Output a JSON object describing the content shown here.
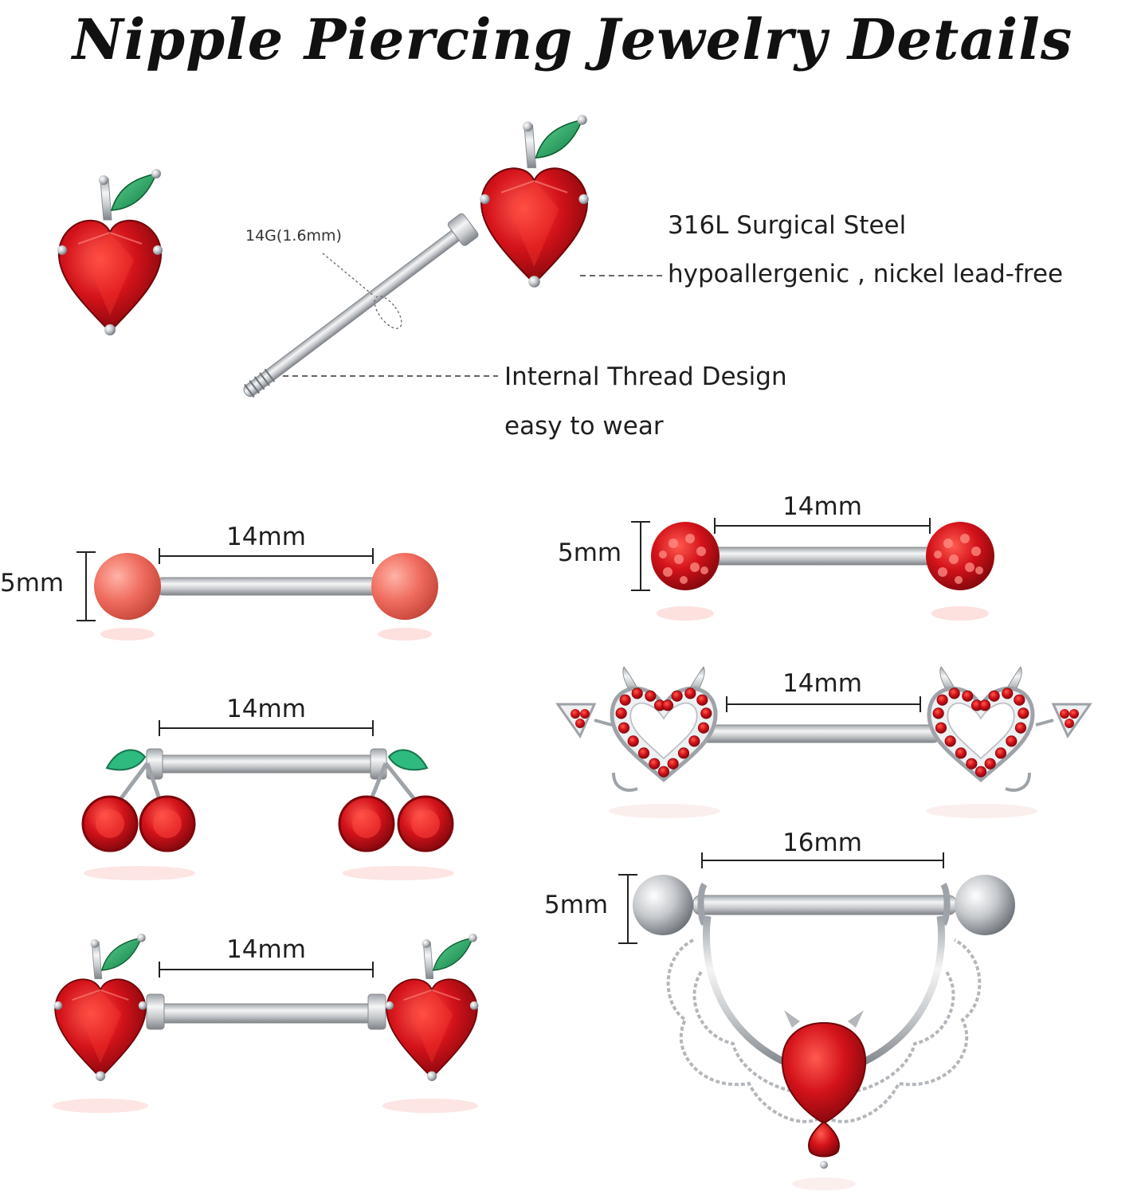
{
  "title": "Nipple Piercing Jewelry Details",
  "features": {
    "gauge": "14G(1.6mm)",
    "material": "316L Surgical Steel",
    "material_note": "hypoallergenic , nickel lead-free",
    "thread": "Internal Thread Design",
    "thread_note": "easy to wear"
  },
  "items": [
    {
      "name": "coral pearl barbell",
      "length": "14mm",
      "ball": "5mm"
    },
    {
      "name": "red crystal ball barbell",
      "length": "14mm",
      "ball": "5mm"
    },
    {
      "name": "cherry barbell",
      "length": "14mm"
    },
    {
      "name": "devil heart barbell",
      "length": "14mm"
    },
    {
      "name": "apple barbell",
      "length": "14mm"
    },
    {
      "name": "devil shield barbell",
      "length": "16mm",
      "ball": "5mm"
    }
  ],
  "colors": {
    "ruby": "#d3121a",
    "ruby_dark": "#8e0a10",
    "leaf": "#1a9a55",
    "steel": "#c9ccd0",
    "pearl": "#ef6b5e"
  }
}
